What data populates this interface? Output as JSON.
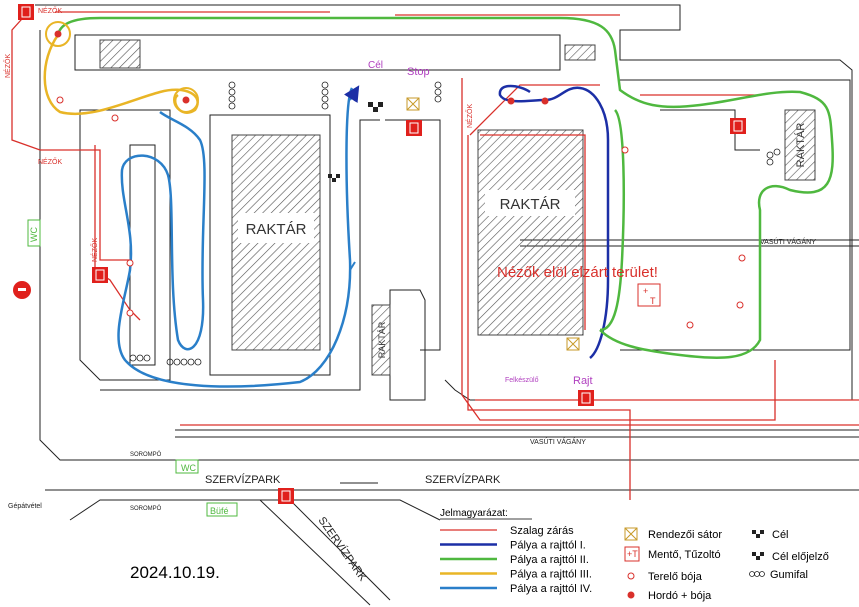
{
  "date": "2024.10.19.",
  "labels": {
    "warehouse": "RAKTÁR",
    "spectators": "NÉZŐK",
    "closed_area": "Nézők elöl elzárt terület!",
    "service_park": "SZERVÍZPARK",
    "railway": "VASÚTI VÁGÁNY",
    "barrier": "SOROMPÓ",
    "wc": "WC",
    "buffet": "Büfé",
    "car_entry": "Gépátvétel",
    "start": "Rajt",
    "prestart": "Felkészülő",
    "finish": "Cél",
    "stop": "Stop"
  },
  "legend": {
    "title": "Jelmagyarázat:",
    "items": [
      {
        "label": "Szalag zárás",
        "color": "#d9302b"
      },
      {
        "label": "Pálya a rajttól I.",
        "color": "#1c2fa6"
      },
      {
        "label": "Pálya a rajttól II.",
        "color": "#4fb83f"
      },
      {
        "label": "Pálya a rajttól III.",
        "color": "#e9b526"
      },
      {
        "label": "Pálya a rajttól IV.",
        "color": "#2a7fc9"
      }
    ],
    "symbols": [
      {
        "label": "Rendezői sátor",
        "icon": "tent-icon"
      },
      {
        "label": "Mentő, Tűzoltó",
        "icon": "medic-fire-icon"
      },
      {
        "label": "Terelő bója",
        "icon": "cone-icon"
      },
      {
        "label": "Hordó + bója",
        "icon": "barrel-icon"
      },
      {
        "label": "Cél",
        "icon": "finish-flag-icon"
      },
      {
        "label": "Cél előjelző",
        "icon": "finish-warning-icon"
      },
      {
        "label": "Gumifal",
        "icon": "tyre-wall-icon"
      }
    ]
  },
  "colors": {
    "barrier": "#d9302b",
    "course_1": "#1c2fa6",
    "course_2": "#4fb83f",
    "course_3": "#e9b526",
    "course_4": "#2a7fc9",
    "marker": "#b03fbf",
    "extinguisher": "#e0201c"
  }
}
